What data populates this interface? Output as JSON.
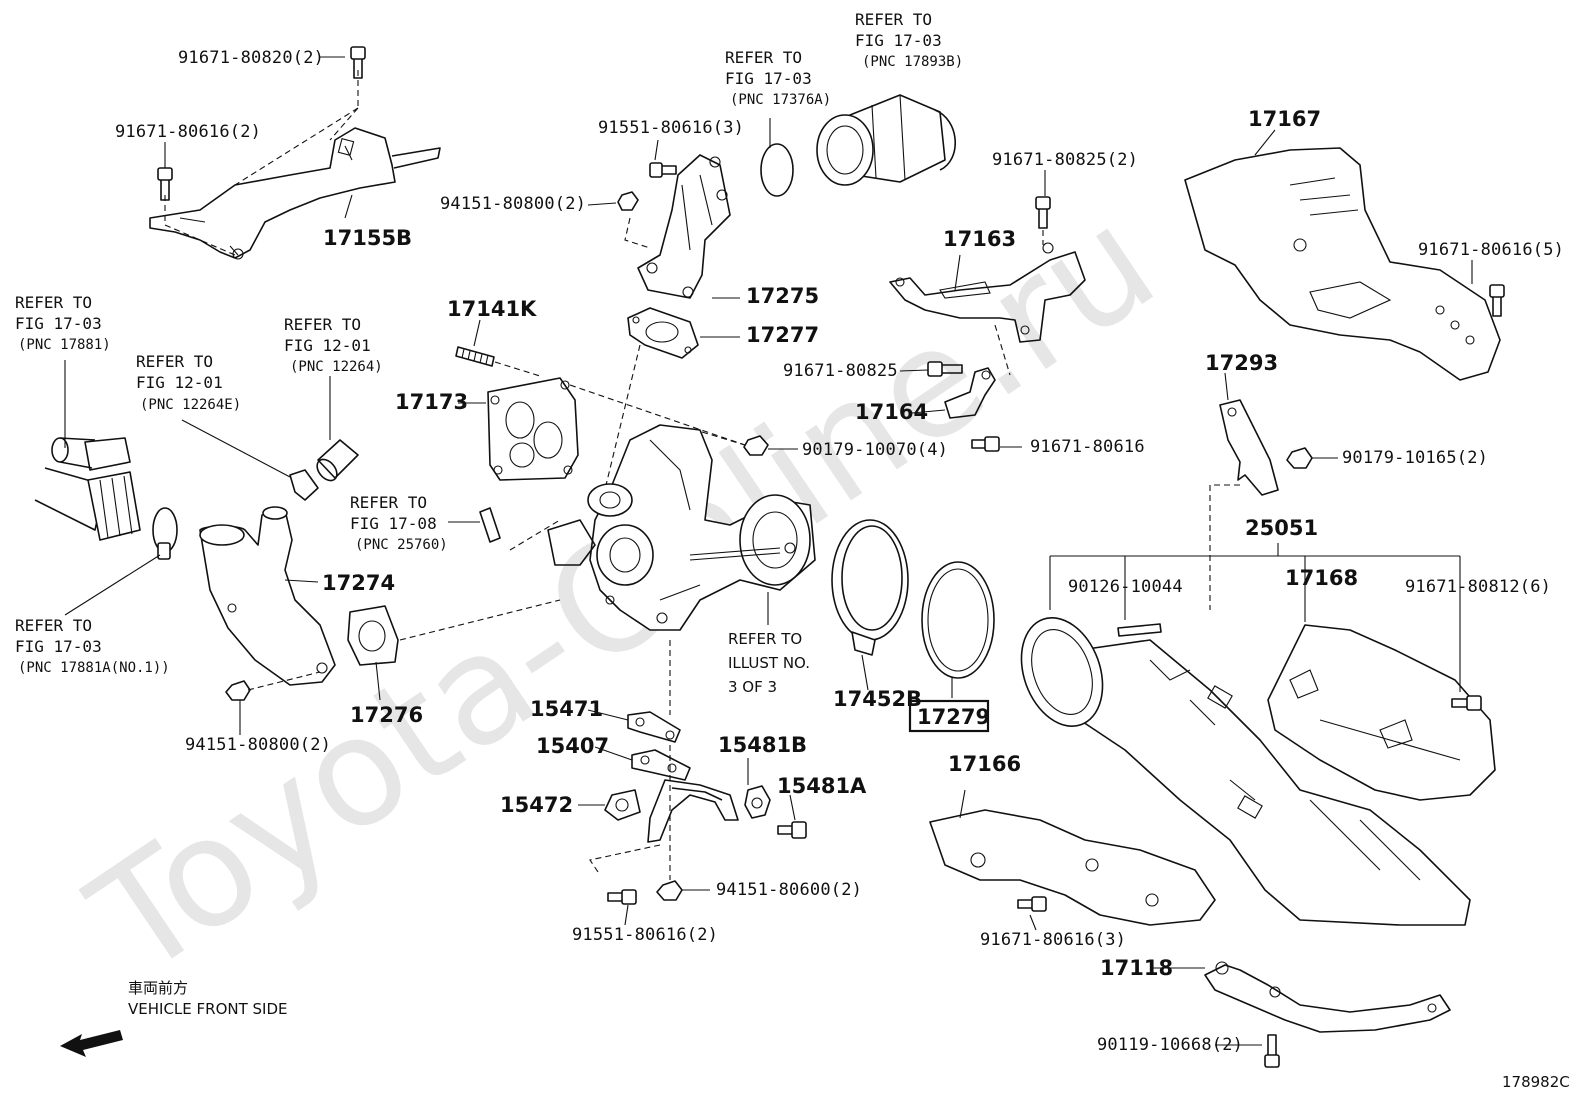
{
  "watermark": "Toyota-Online.ru",
  "figure_id": "178982C",
  "vehicle_front": {
    "japanese": "車両前方",
    "english": "VEHICLE FRONT SIDE"
  },
  "highlight_part": "17279",
  "part_numbers": {
    "p17155B": "17155B",
    "p17167": "17167",
    "p17163": "17163",
    "p17275": "17275",
    "p17141K": "17141K",
    "p17277": "17277",
    "p17173": "17173",
    "p17164": "17164",
    "p17293": "17293",
    "p25051": "25051",
    "p17274": "17274",
    "p17168": "17168",
    "p17276": "17276",
    "p17452B": "17452B",
    "p17279": "17279",
    "p15471": "15471",
    "p15407": "15407",
    "p15481B": "15481B",
    "p15481A": "15481A",
    "p15472": "15472",
    "p17166": "17166",
    "p17118": "17118"
  },
  "fasteners": {
    "f1": "91671-80820(2)",
    "f2": "91671-80616(2)",
    "f3": "91551-80616(3)",
    "f4": "94151-80800(2)",
    "f5": "91671-80825(2)",
    "f6": "91671-80616(5)",
    "f7": "91671-80825",
    "f8": "91671-80616",
    "f9": "90179-10070(4)",
    "f10": "90179-10165(2)",
    "f11": "90126-10044",
    "f12": "91671-80812(6)",
    "f13": "94151-80800(2)",
    "f14": "94151-80600(2)",
    "f15": "91551-80616(2)",
    "f16": "91671-80616(3)",
    "f17": "90119-10668(2)"
  },
  "refers": {
    "r1": {
      "l1": "REFER TO",
      "l2": "FIG 17-03",
      "l3": "(PNC 17893B)"
    },
    "r2": {
      "l1": "REFER TO",
      "l2": "FIG 17-03",
      "l3": "(PNC 17376A)"
    },
    "r3": {
      "l1": "REFER TO",
      "l2": "FIG 17-03",
      "l3": "(PNC 17881)"
    },
    "r4": {
      "l1": "REFER TO",
      "l2": "FIG 12-01",
      "l3": "(PNC 12264)"
    },
    "r5": {
      "l1": "REFER TO",
      "l2": "FIG 12-01",
      "l3": "(PNC 12264E)"
    },
    "r6": {
      "l1": "REFER TO",
      "l2": "FIG 17-08",
      "l3": "(PNC 25760)"
    },
    "r7": {
      "l1": "REFER TO",
      "l2": "FIG 17-03",
      "l3": "(PNC 17881A(NO.1))"
    },
    "r8": {
      "l1": "REFER TO",
      "l2": "ILLUST NO.",
      "l3": "3 OF 3"
    }
  }
}
